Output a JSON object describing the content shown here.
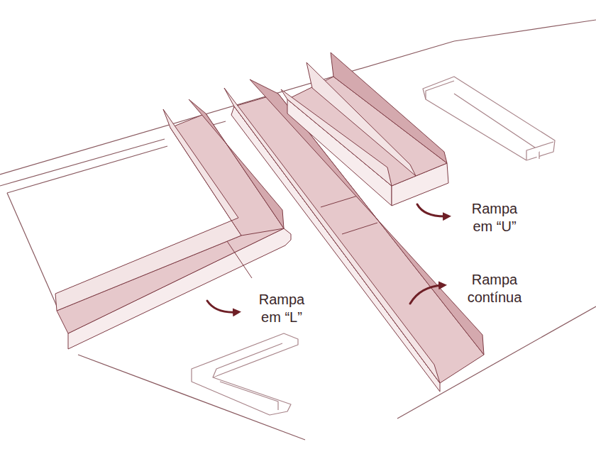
{
  "diagram": {
    "labels": [
      "Rampa em “U”",
      "Rampa contínua",
      "Rampa em “L”"
    ]
  }
}
